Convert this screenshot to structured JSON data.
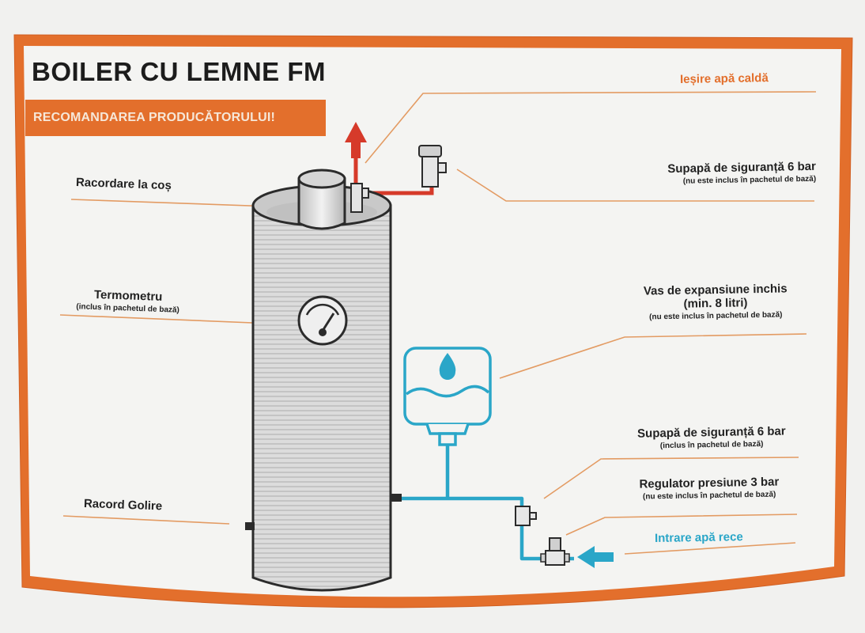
{
  "title": "BOILER CU LEMNE FM",
  "banner": "RECOMANDAREA PRODUCĂTORULUI!",
  "labels": {
    "outlet_hot": "Ieșire apă caldă",
    "chimney": "Racordare la coș",
    "safety_valve_top": {
      "main": "Supapă de siguranță 6 bar",
      "note": "(nu este inclus în pachetul de bază)"
    },
    "thermometer": {
      "main": "Termometru",
      "note": "(inclus în pachetul de bază)"
    },
    "expansion_vessel": {
      "main": "Vas de expansiune inchis",
      "detail": "(min. 8 litri)",
      "note": "(nu este inclus în pachetul de bază)"
    },
    "safety_valve_bottom": {
      "main": "Supapă de siguranță 6 bar",
      "note": "(inclus în pachetul de bază)"
    },
    "pressure_regulator": {
      "main": "Regulator presiune 3 bar",
      "note": "(nu este inclus în pachetul de bază)"
    },
    "drain": "Racord Golire",
    "inlet_cold": "Intrare apă rece"
  },
  "colors": {
    "brand_orange": "#e36f2c",
    "hot_pipe_red": "#d63a2a",
    "cold_pipe_blue": "#2aa6c8",
    "card_background": "#f4f4f2",
    "leader_line": "#e39b63"
  },
  "icons": {
    "thermometer": "gauge-icon",
    "expansion_vessel": "water-drop-icon",
    "hot_outlet": "arrow-up-icon",
    "cold_inlet": "arrow-left-icon"
  }
}
